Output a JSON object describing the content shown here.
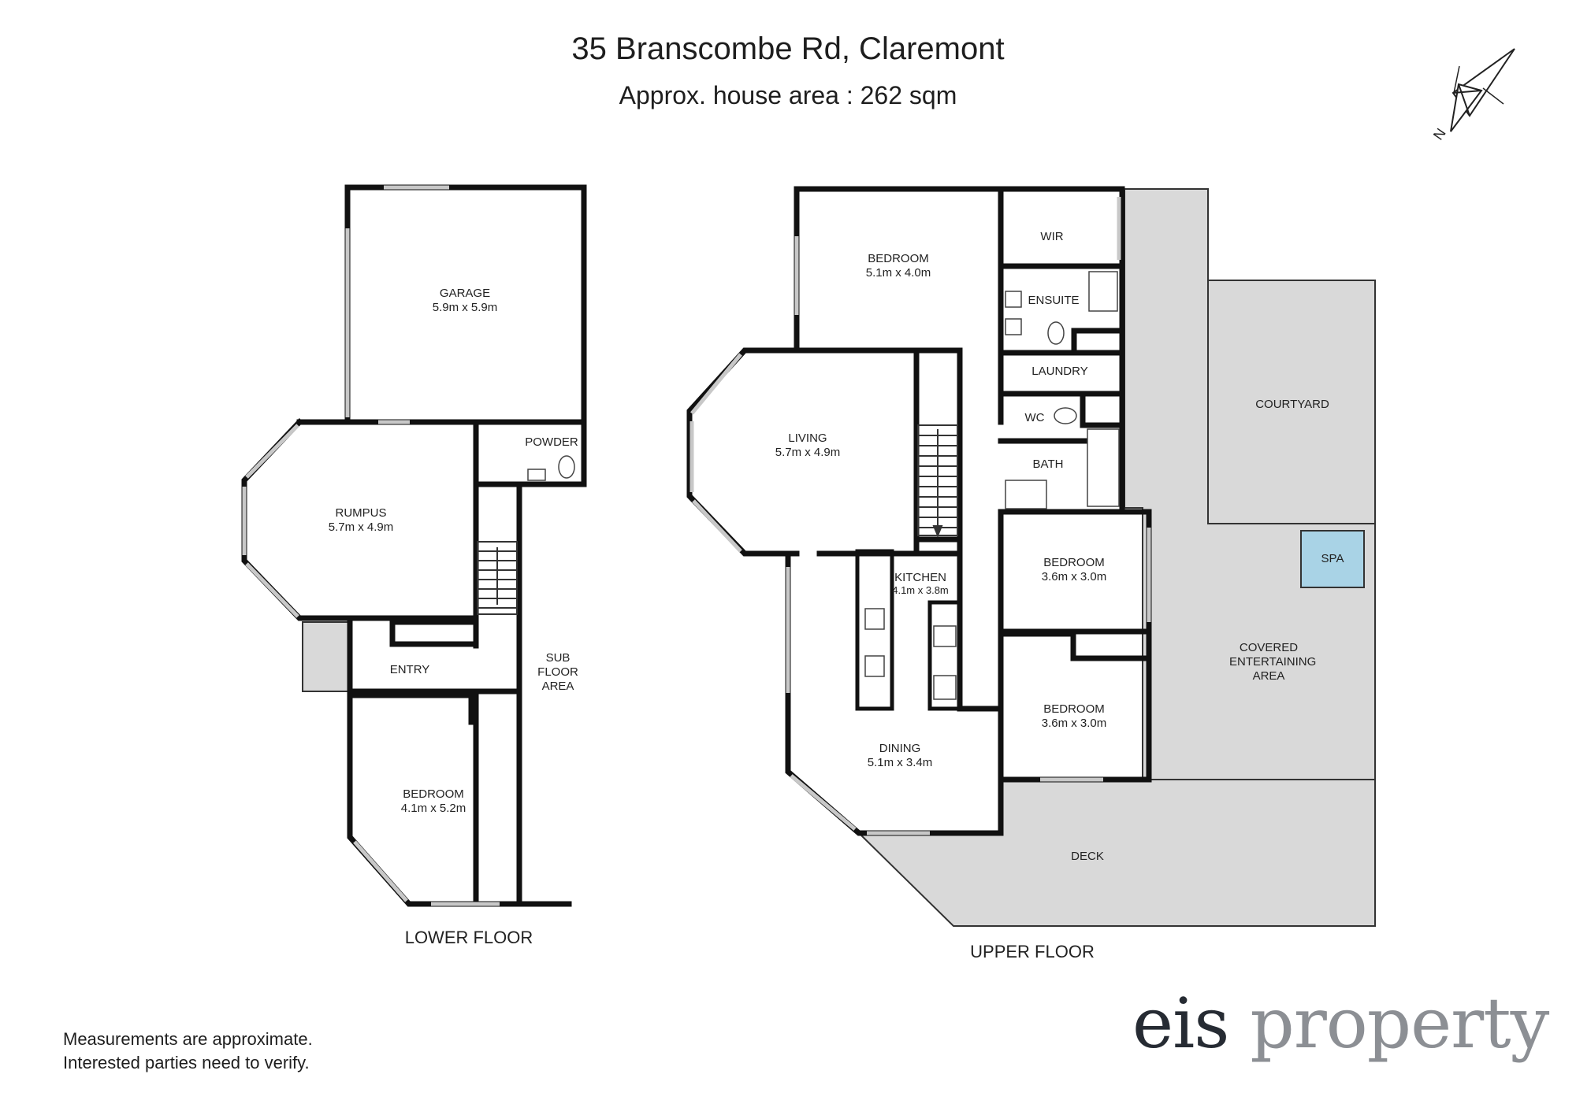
{
  "header": {
    "title": "35 Branscombe Rd, Claremont",
    "subtitle": "Approx. house area : 262 sqm"
  },
  "compass": {
    "icon": "north-arrow-icon",
    "label": "N"
  },
  "floors": {
    "lower": {
      "label": "LOWER FLOOR",
      "rooms": [
        {
          "name": "GARAGE",
          "size": "5.9m x 5.9m"
        },
        {
          "name": "POWDER",
          "size": ""
        },
        {
          "name": "RUMPUS",
          "size": "5.7m x 4.9m"
        },
        {
          "name": "ENTRY",
          "size": ""
        },
        {
          "name": "SUB FLOOR AREA",
          "size": ""
        },
        {
          "name": "BEDROOM",
          "size": "4.1m x 5.2m"
        }
      ]
    },
    "upper": {
      "label": "UPPER FLOOR",
      "rooms": [
        {
          "name": "BEDROOM",
          "size": "5.1m x 4.0m"
        },
        {
          "name": "WIR",
          "size": ""
        },
        {
          "name": "ENSUITE",
          "size": ""
        },
        {
          "name": "LAUNDRY",
          "size": ""
        },
        {
          "name": "WC",
          "size": ""
        },
        {
          "name": "BATH",
          "size": ""
        },
        {
          "name": "LIVING",
          "size": "5.7m x 4.9m"
        },
        {
          "name": "KITCHEN",
          "size": "4.1m x 3.8m"
        },
        {
          "name": "DINING",
          "size": "5.1m x 3.4m"
        },
        {
          "name": "BEDROOM",
          "size": "3.6m x 3.0m"
        },
        {
          "name": "BEDROOM",
          "size": "3.6m x 3.0m"
        },
        {
          "name": "COURTYARD",
          "size": ""
        },
        {
          "name": "SPA",
          "size": ""
        },
        {
          "name": "COVERED ENTERTAINING AREA",
          "size": ""
        },
        {
          "name": "DECK",
          "size": ""
        }
      ]
    }
  },
  "disclaimer": {
    "line1": "Measurements are approximate.",
    "line2": "Interested parties need to verify."
  },
  "brand": {
    "part1": "eis",
    "part2": " property"
  },
  "colors": {
    "wall": "#111111",
    "outdoor": "#d9d9d9",
    "spa": "#a9d3e6",
    "window": "#bbbbbb"
  }
}
